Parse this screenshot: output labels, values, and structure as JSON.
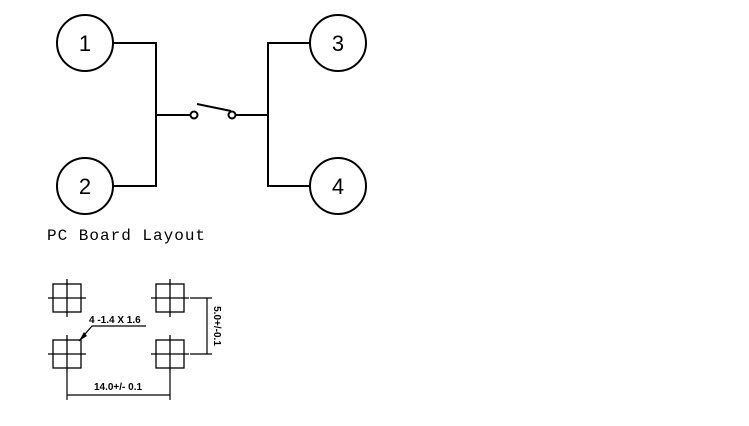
{
  "schematic": {
    "pins": [
      "1",
      "2",
      "3",
      "4"
    ]
  },
  "layout": {
    "heading": "PC Board Layout",
    "hole_spec": "4 -1.4 X 1.6",
    "vertical_dimension": "5.0+/-0.1",
    "horizontal_dimension": "14.0+/- 0.1"
  }
}
